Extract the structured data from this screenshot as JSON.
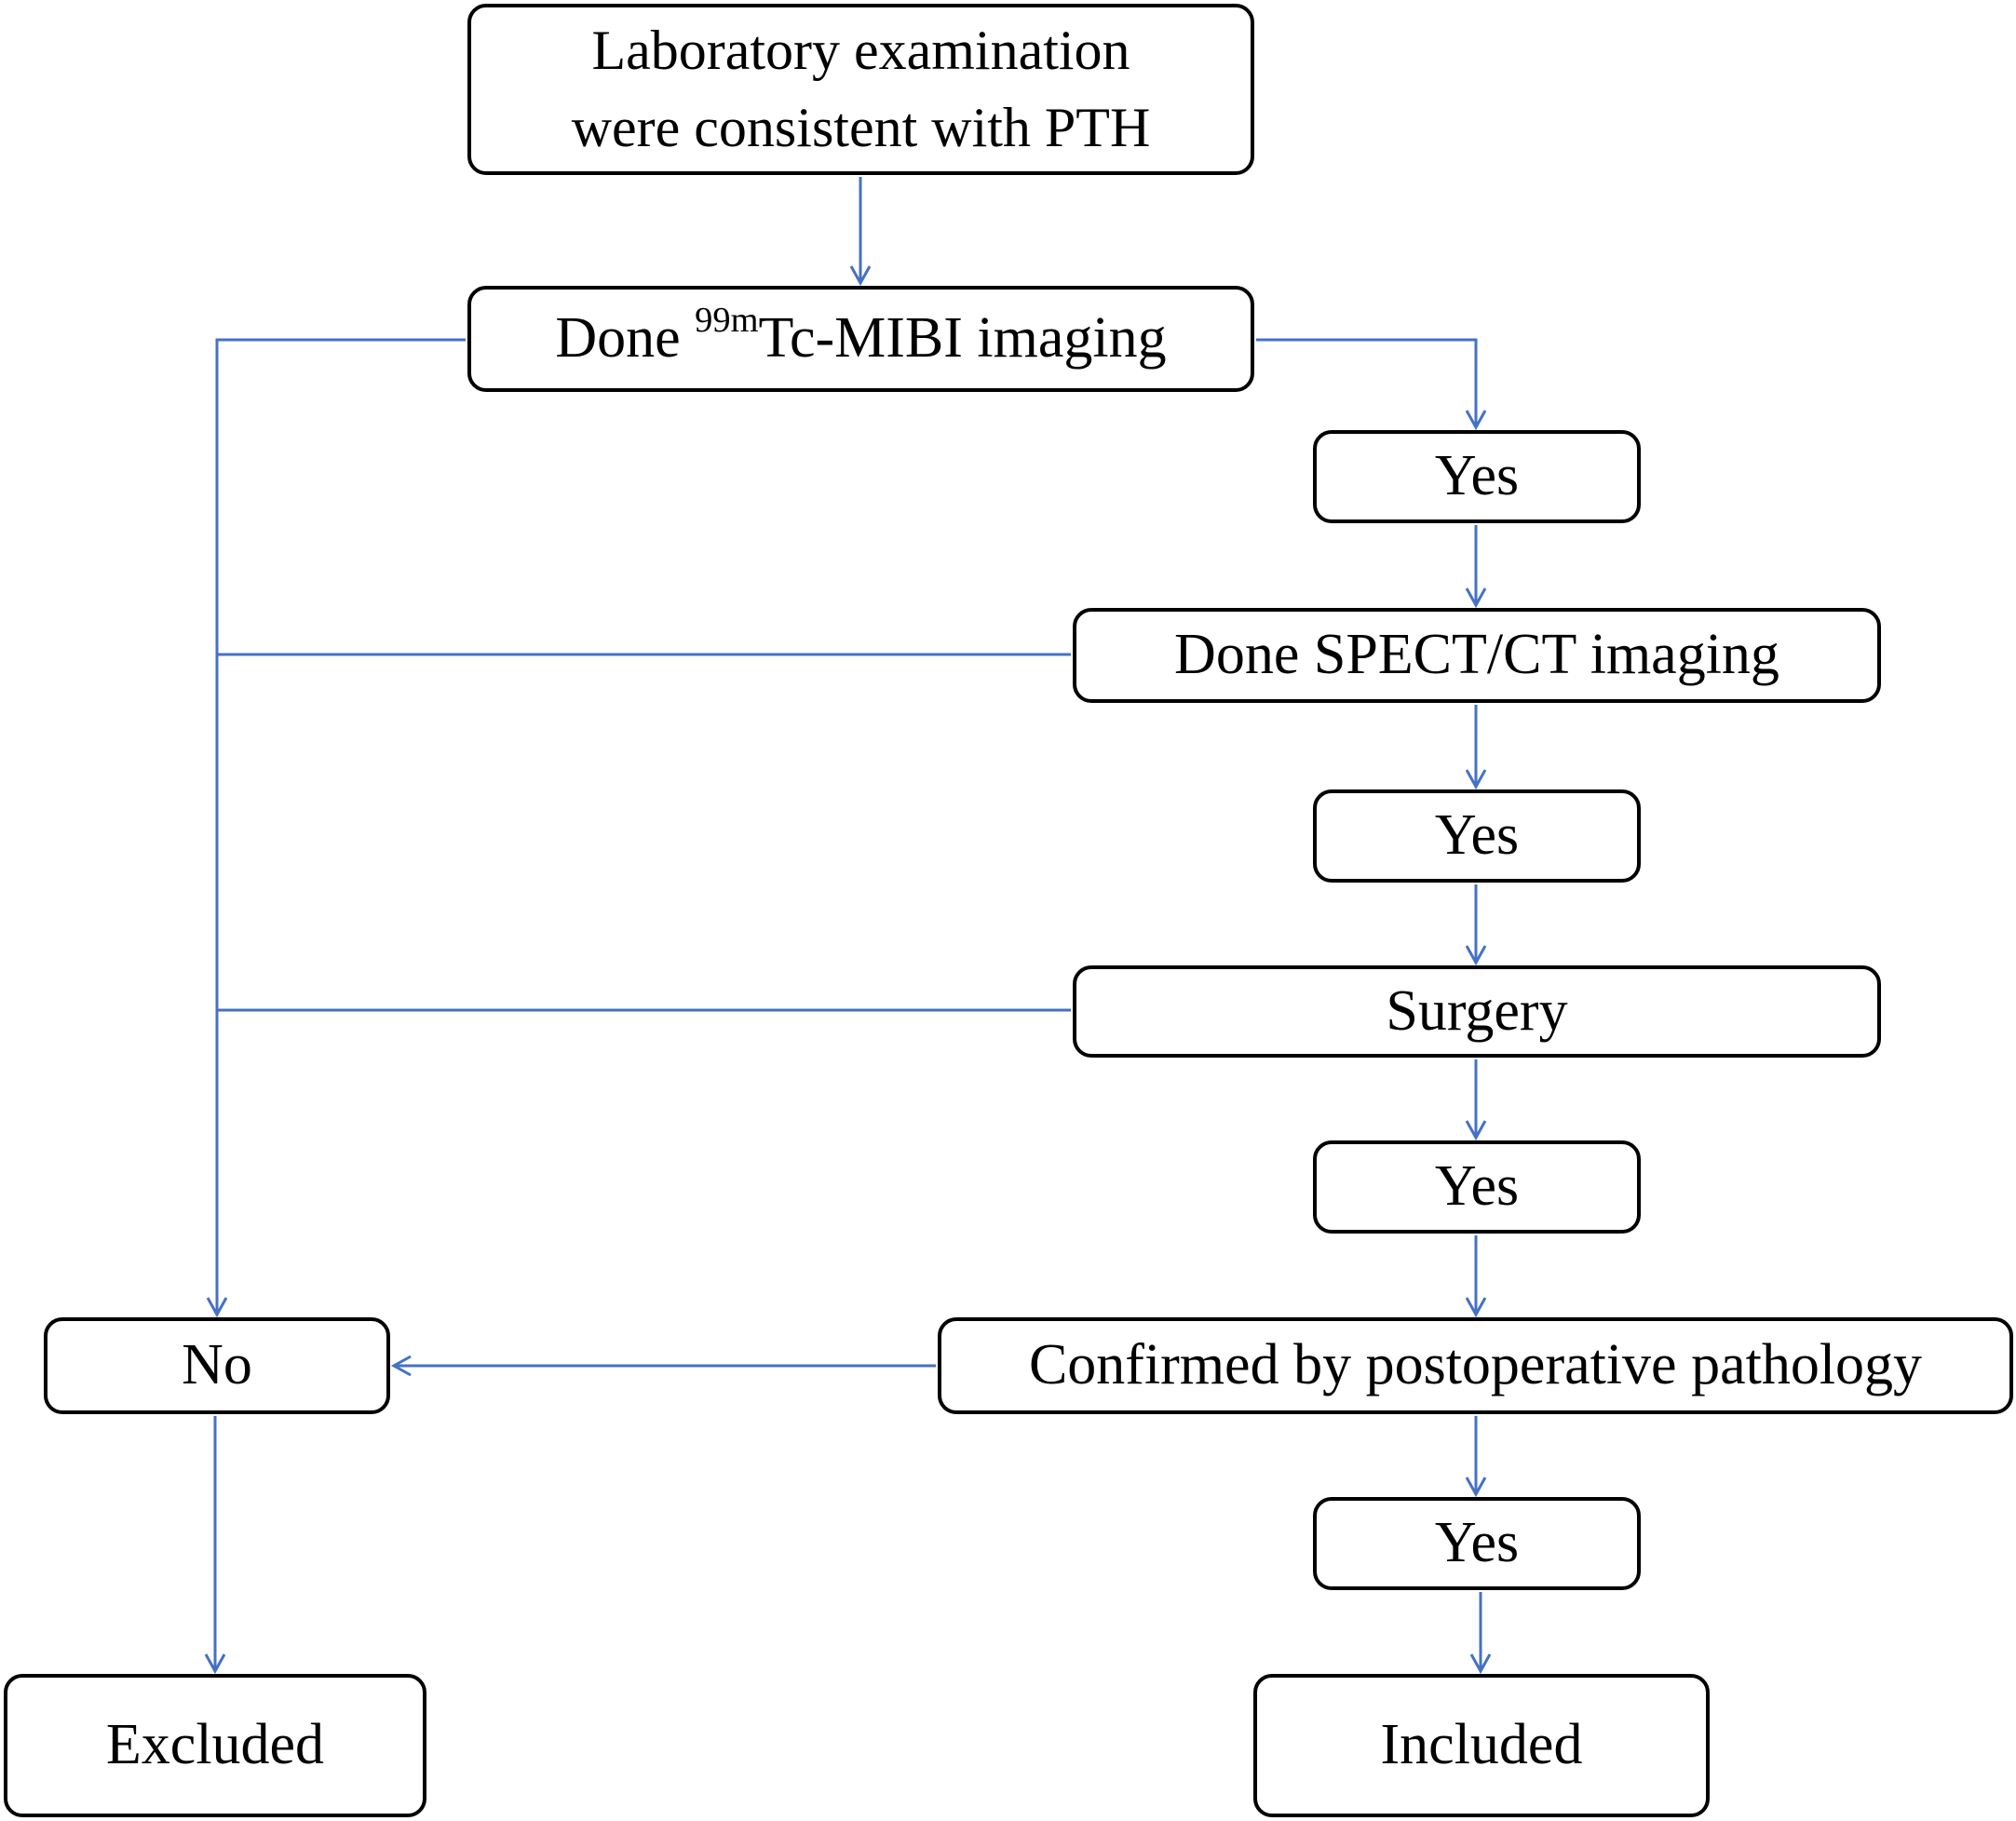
{
  "flowchart": {
    "nodes": {
      "lab_exam": {
        "line1": "Laboratory examination",
        "line2": "were consistent with PTH"
      },
      "mibi": {
        "prefix": "Done ",
        "superscript": "99m",
        "suffix": "Tc-MIBI imaging"
      },
      "yes_1": "Yes",
      "spect": "Done SPECT/CT imaging",
      "yes_2": "Yes",
      "surgery": "Surgery",
      "yes_3": "Yes",
      "pathology": "Confirmed by postoperative pathology",
      "no": "No",
      "yes_4": "Yes",
      "excluded": "Excluded",
      "included": "Included"
    },
    "colors": {
      "connector": "#4472c4",
      "box_border": "#000000",
      "text": "#000000",
      "background": "#ffffff"
    }
  }
}
